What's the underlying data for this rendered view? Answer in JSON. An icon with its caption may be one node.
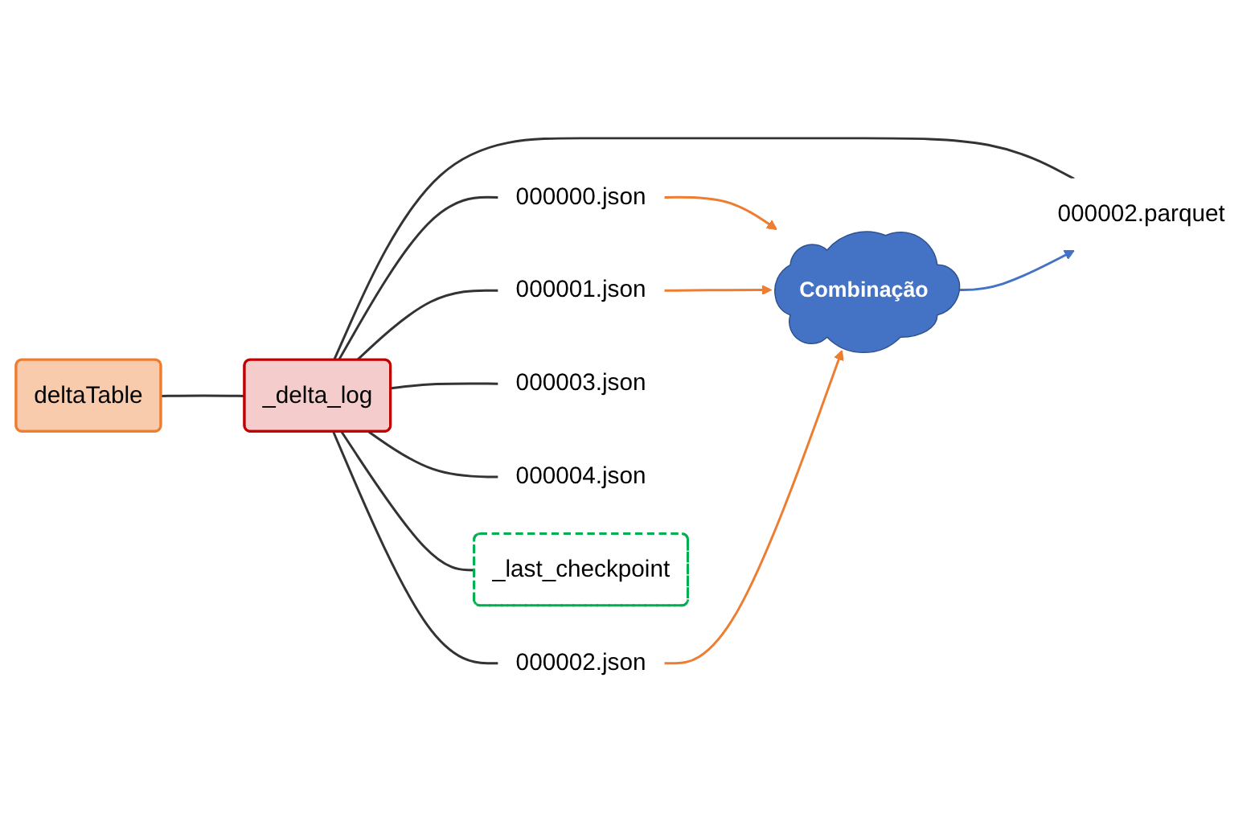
{
  "diagram": {
    "nodes": [
      {
        "text": [
          "deltaTable"
        ]
      },
      {
        "text": [
          "_delta_log"
        ]
      },
      {
        "text": [
          "000000.json"
        ]
      },
      {
        "text": [
          "000001.json"
        ]
      },
      {
        "text": [
          "000002.json"
        ]
      },
      {
        "text": [
          "000002.parquet"
        ]
      },
      {
        "text": [
          "000003.json"
        ]
      },
      {
        "text": [
          "000004.json"
        ]
      },
      {
        "text": [
          "_last_checkpoint"
        ]
      },
      {
        "text": [
          "Combinação"
        ]
      }
    ],
    "edges": [
      {
        "from": 0,
        "to": 1,
        "arrow": "none"
      },
      {
        "from": 1,
        "to": 2,
        "arrow": "none"
      },
      {
        "from": 1,
        "to": 3,
        "arrow": "none"
      },
      {
        "from": 1,
        "to": 4,
        "arrow": "none"
      },
      {
        "from": 1,
        "to": 5,
        "arrow": "none"
      },
      {
        "from": 1,
        "to": 6,
        "arrow": "none"
      },
      {
        "from": 1,
        "to": 7,
        "arrow": "none"
      },
      {
        "from": 1,
        "to": 8,
        "arrow": "none"
      },
      {
        "from": 2,
        "to": 9,
        "arrow": "to",
        "color": "#ed7d31"
      },
      {
        "from": 3,
        "to": 9,
        "arrow": "to",
        "color": "#ed7d31"
      },
      {
        "from": 4,
        "to": 9,
        "arrow": "to",
        "color": "#ed7d31"
      },
      {
        "from": 9,
        "to": 5,
        "arrow": "to",
        "color": "#4472c4"
      }
    ]
  }
}
